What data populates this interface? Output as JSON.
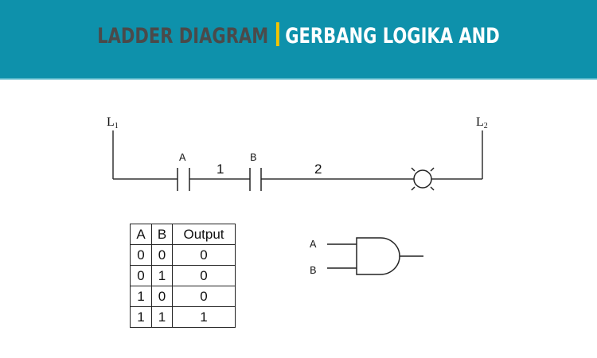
{
  "header": {
    "title_left": "LADDER DIAGRAM",
    "title_right": "GERBANG LOGIKA AND",
    "background_color": "#0e91ab",
    "separator_color": "#f5c400"
  },
  "ladder": {
    "left_rail_label": "L",
    "left_rail_sub": "1",
    "right_rail_label": "L",
    "right_rail_sub": "2",
    "contact_a_label": "A",
    "contact_b_label": "B",
    "node_1_label": "1",
    "node_2_label": "2",
    "output_device": "lamp"
  },
  "truth_table": {
    "headers": [
      "A",
      "B",
      "Output"
    ],
    "rows": [
      [
        "0",
        "0",
        "0"
      ],
      [
        "0",
        "1",
        "0"
      ],
      [
        "1",
        "0",
        "0"
      ],
      [
        "1",
        "1",
        "1"
      ]
    ]
  },
  "gate": {
    "type": "AND",
    "input_a_label": "A",
    "input_b_label": "B"
  }
}
